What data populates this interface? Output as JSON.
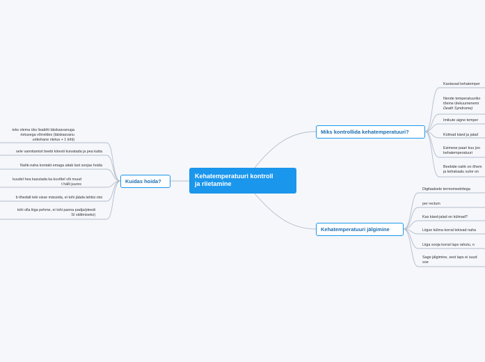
{
  "central": {
    "line1": "Kehatemperatuuri kontroll",
    "line2": "ja riietamine"
  },
  "branches": {
    "miks": {
      "label": "Miks kontrollida kehatemperatuuri?",
      "items": [
        {
          "lines": [
            "Kaotavad kehatemper"
          ]
        },
        {
          "lines": [
            "Nende temperatuuriko",
            "tõeine ülekuumenemi"
          ],
          "italic": "Death Syndrome)"
        },
        {
          "lines": [
            "Imikute aigne temper"
          ]
        },
        {
          "lines": [
            "Külmad käed ja jalad"
          ]
        },
        {
          "lines": [
            "Esimese paari kuu joo",
            "kehatemperatuuri"
          ]
        },
        {
          "lines": [
            "Beebide nahk on õhem",
            "ja kehakaalu suhe on"
          ]
        }
      ]
    },
    "jalgimine": {
      "label": "Kehatemperatuuri jälgimine",
      "items": [
        {
          "lines": [
            "Digitaalsete termomeetritega"
          ]
        },
        {
          "lines": [
            "per rectum"
          ]
        },
        {
          "lines": [
            "Kas käed-jalad on külmad?"
          ]
        },
        {
          "lines": [
            "Liigse külma korral tekivad naha"
          ]
        },
        {
          "lines": [
            "Liiga sooja korral laps rahutu, n"
          ]
        },
        {
          "lines": [
            "Sage jälgimine, sest laps ei suud",
            "soe"
          ]
        }
      ]
    },
    "kuidas": {
      "label": "Kuidas hoida?",
      "items": [
        {
          "lines": [
            "ieks olema üks lisakiht täiskasvanuga",
            "rietusega võrreldes (täiskasvanu",
            "urikohane riietus + 1 kiht)"
          ]
        },
        {
          "lines": [
            "sele vannitamist beebi kiiresti kuivatada ja pea katta"
          ]
        },
        {
          "lines": [
            "Nahk-naha kontakt emaga aitab last soojas hoida"
          ]
        },
        {
          "lines": [
            "kuudel hea kasutada ka kuvõtel või muud",
            "t hälli juures"
          ]
        },
        {
          "lines": [
            "b tihedalt teki sisse mässida, ei tohi jääda lahtisi otsi"
          ]
        },
        {
          "lines": [
            "tohi olla liiga pehme, ei tohi panna padja/pleedi",
            "SI vältimiseks)"
          ]
        }
      ]
    }
  },
  "colors": {
    "accent": "#1a96ec",
    "branch_text": "#1b6db0",
    "edge": "#b3bccb",
    "background": "#f5f7fb"
  }
}
